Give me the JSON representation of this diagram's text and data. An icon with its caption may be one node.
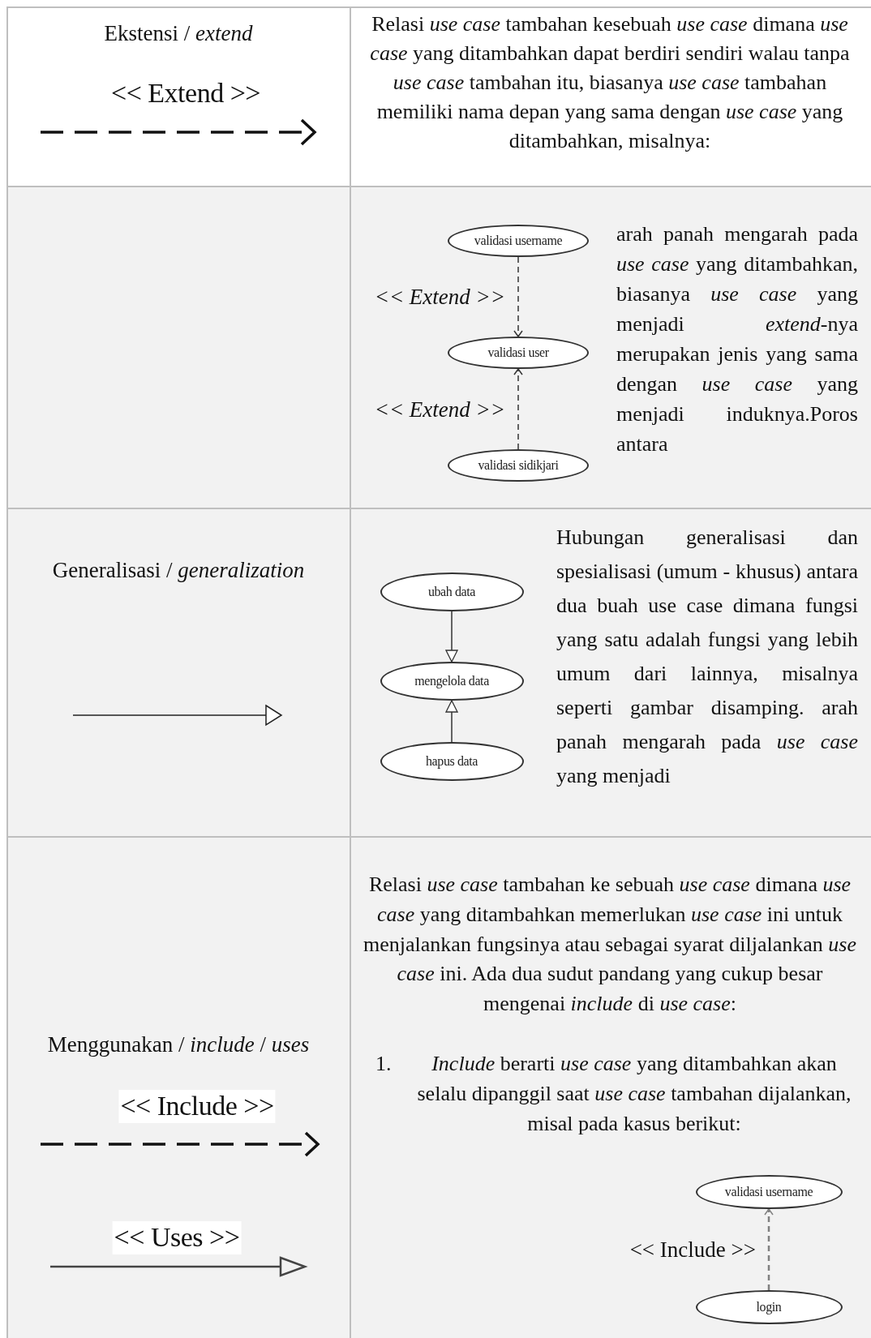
{
  "diagram": {
    "nodes": [
      {
        "text": [
          "validasi username"
        ]
      },
      {
        "text": [
          "validasi user"
        ]
      },
      {
        "text": [
          "validasi sidikjari"
        ]
      },
      {
        "text": [
          "ubah data"
        ]
      },
      {
        "text": [
          "mengelola data"
        ]
      },
      {
        "text": [
          "hapus data"
        ]
      },
      {
        "text": [
          "validasi username"
        ]
      },
      {
        "text": [
          "login"
        ]
      }
    ],
    "edges": [
      {
        "from": 0,
        "to": 1,
        "arrow": "to",
        "style": "dashed",
        "label": "<< Extend >>"
      },
      {
        "from": 2,
        "to": 1,
        "arrow": "to",
        "style": "dashed",
        "label": "<< Extend >>"
      },
      {
        "from": 3,
        "to": 4,
        "arrow": "to"
      },
      {
        "from": 5,
        "to": 4,
        "arrow": "to"
      },
      {
        "from": 7,
        "to": 6,
        "arrow": "to",
        "style": "dashed",
        "color": "#808080",
        "label": "<< Include >>"
      }
    ],
    "labels": [
      "Ekstensi / *extend*",
      "<< Extend >>",
      "Relasi *use case* tambahan kesebuah *use case* dimana *use case* yang ditambahkan dapat berdiri sendiri walau tanpa *use case* tambahan itu, biasanya *use case* tambahan memiliki nama depan yang sama dengan *use case* yang ditambahkan, misalnya:",
      "arah panah mengarah pada *use case* yang ditambahkan, biasanya *use case* yang menjadi *extend*-nya merupakan jenis yang sama dengan *use case* yang menjadi induknya.Poros antara",
      "Generalisasi / *generalization*",
      "Hubungan generalisasi dan spesialisasi (umum - khusus) antara dua buah use case dimana fungsi yang satu adalah fungsi yang lebih umum dari lainnya, misalnya seperti gambar disamping. arah panah mengarah pada *use case* yang menjadi",
      "Menggunakan / *include* / *uses*",
      "<< Include >>",
      "<< Uses >>",
      "Relasi *use case* tambahan ke sebuah *use case* dimana *use case* yang ditambahkan memerlukan *use case* ini untuk menjalankan fungsinya atau sebagai syarat diljalankan *use case* ini. Ada dua sudut pandang yang cukup besar mengenai *include* di *use case*:",
      "1.",
      "*Include* berarti *use case* yang ditambahkan akan selalu dipanggil saat *use case* tambahan dijalankan, misal pada kasus berikut:"
    ]
  }
}
